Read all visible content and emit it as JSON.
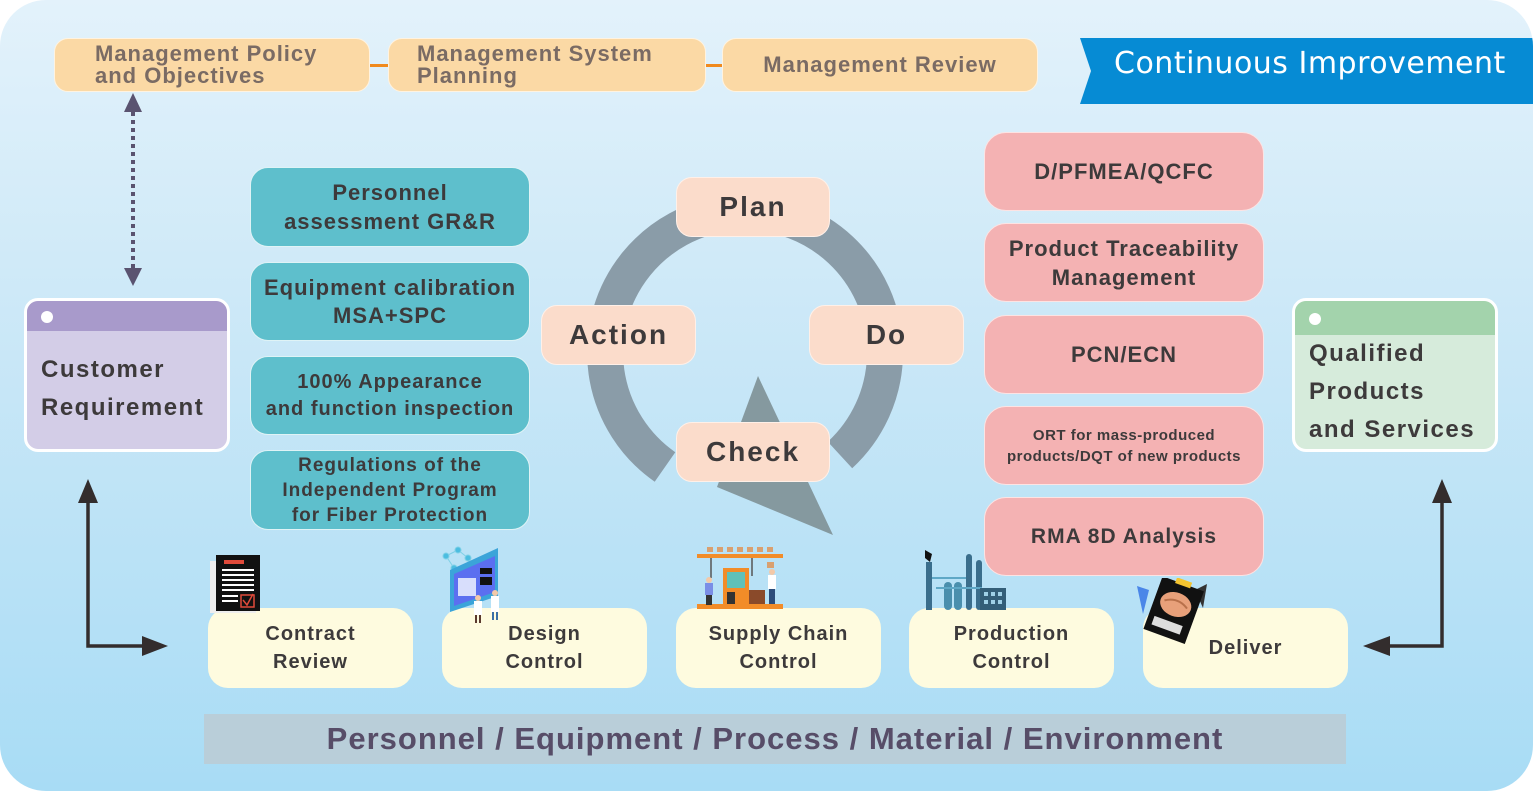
{
  "management": {
    "items": [
      {
        "label_line1": "Management Policy",
        "label_line2": "and Objectives"
      },
      {
        "label_line1": "Management System",
        "label_line2": "Planning"
      },
      {
        "label_line1": "Management Review",
        "label_line2": ""
      }
    ]
  },
  "banner": {
    "label": "Continuous Improvement",
    "color": "#068bd4"
  },
  "customer": {
    "line1": "Customer",
    "line2": "Requirement",
    "header_color": "#a89acb",
    "body_color": "#d3cde7"
  },
  "qualified": {
    "line1": "Qualified",
    "line2": "Products",
    "line3": "and Services",
    "header_color": "#a3d3ac",
    "body_color": "#d6ebdb"
  },
  "resources": {
    "color": "#5ebfcc",
    "items": [
      {
        "line1": "Personnel",
        "line2": "assessment GR&R",
        "line3": ""
      },
      {
        "line1": "Equipment calibration",
        "line2": "MSA+SPC",
        "line3": ""
      },
      {
        "line1": "100% Appearance",
        "line2": "and function inspection",
        "line3": ""
      },
      {
        "line1": "Regulations of the",
        "line2": "Independent Program",
        "line3": "for Fiber Protection"
      }
    ]
  },
  "pdca": {
    "plan": "Plan",
    "do": "Do",
    "check": "Check",
    "action": "Action",
    "ring_color": "#8a9ca8",
    "label_color": "#fbdccb"
  },
  "controls": {
    "color": "#f4b2b3",
    "items": [
      {
        "line1": "D/PFMEA/QCFC",
        "line2": ""
      },
      {
        "line1": "Product Traceability",
        "line2": "Management"
      },
      {
        "line1": "PCN/ECN",
        "line2": ""
      },
      {
        "line1": "ORT for mass-produced",
        "line2": "products/DQT of new products"
      },
      {
        "line1": "RMA 8D Analysis",
        "line2": ""
      }
    ]
  },
  "process": {
    "items": [
      {
        "line1": "Contract",
        "line2": "Review",
        "icon": "contract-document-icon"
      },
      {
        "line1": "Design",
        "line2": "Control",
        "icon": "design-monitor-icon"
      },
      {
        "line1": "Supply Chain",
        "line2": "Control",
        "icon": "supply-chain-icon"
      },
      {
        "line1": "Production",
        "line2": "Control",
        "icon": "factory-icon"
      },
      {
        "line1": "Deliver",
        "line2": "",
        "icon": "handshake-icon"
      }
    ]
  },
  "footer": {
    "label": "Personnel / Equipment / Process / Material / Environment"
  }
}
